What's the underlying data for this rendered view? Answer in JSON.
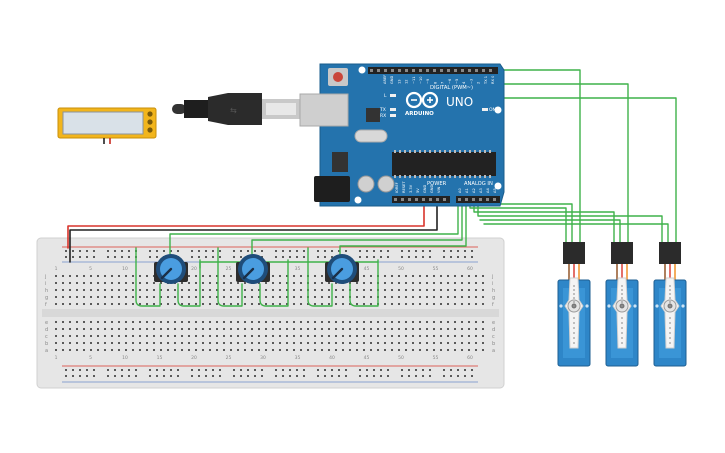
{
  "arduino": {
    "logo": "UNO",
    "brand": "ARDUINO",
    "digital_label": "DIGITAL (PWM~)",
    "power_label": "POWER",
    "analog_label": "ANALOG IN",
    "tx_label": "TX",
    "rx_label": "RX",
    "l_label": "L",
    "on_label": "ON",
    "power_pins": [
      "IOREF",
      "RESET",
      "3.3V",
      "5V",
      "GND",
      "GND",
      "VIN"
    ],
    "analog_pins": [
      "A0",
      "A1",
      "A2",
      "A3",
      "A4",
      "A5"
    ],
    "digital_pins": [
      "AREF",
      "GND",
      "13",
      "12",
      "~11",
      "~10",
      "~9",
      "8",
      "7",
      "~6",
      "~5",
      "4",
      "~3",
      "2",
      "TX 1",
      "RX 0"
    ]
  },
  "breadboard": {
    "row_letters_top": [
      "j",
      "i",
      "h",
      "g",
      "f"
    ],
    "row_letters_bottom": [
      "e",
      "d",
      "c",
      "b",
      "a"
    ],
    "column_numbers": [
      "1",
      "5",
      "10",
      "15",
      "20",
      "25",
      "30",
      "35",
      "40",
      "45",
      "50",
      "55",
      "60"
    ]
  },
  "colors": {
    "wire_green": "#3fb24a",
    "wire_red": "#d9342b",
    "wire_black": "#222222",
    "board_blue": "#2473ad",
    "servo_blue": "#2e86c8",
    "pot_blue": "#3a8fd8",
    "battery_yellow": "#f2b51c"
  }
}
